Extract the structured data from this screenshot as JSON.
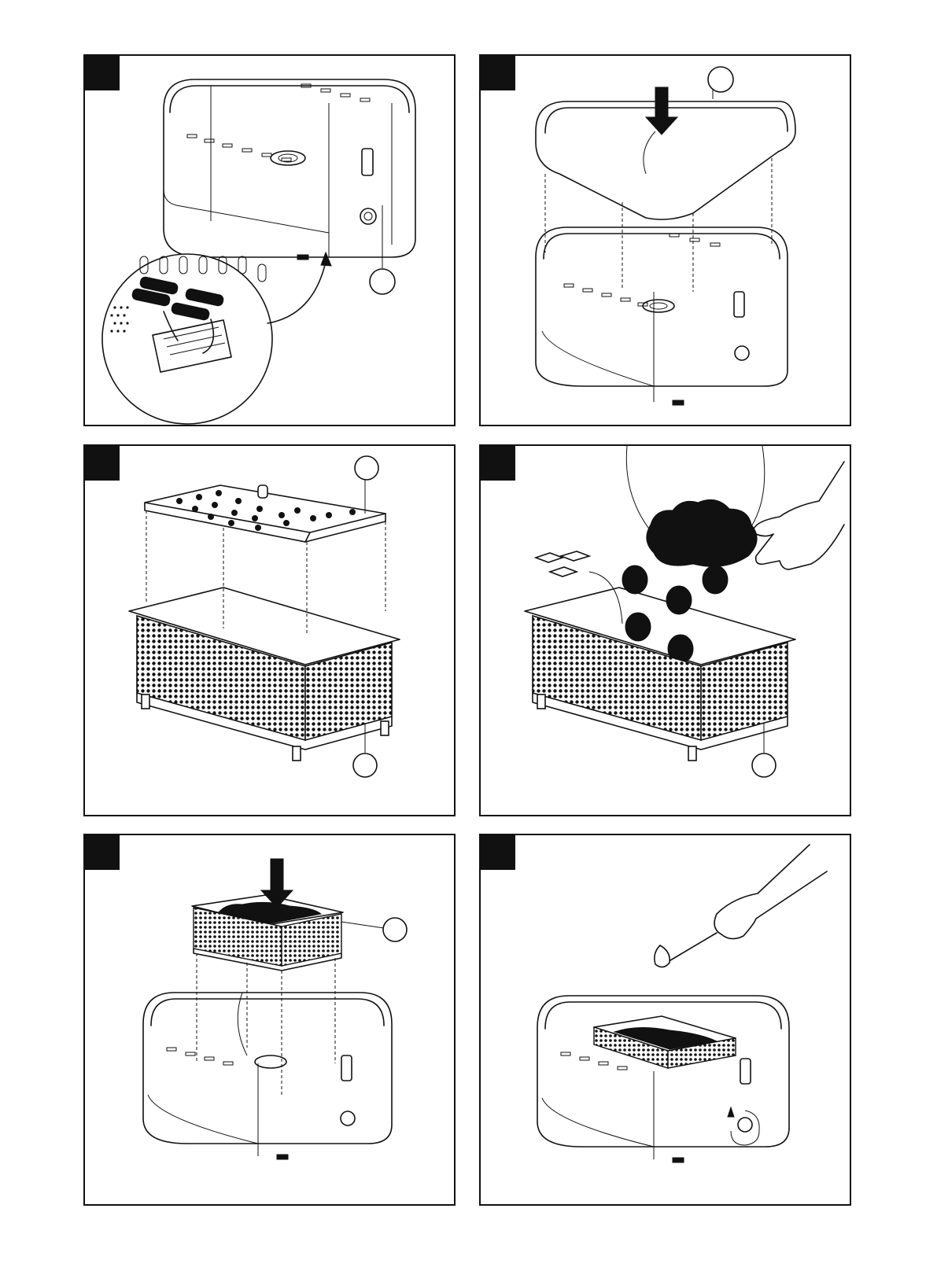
{
  "document": {
    "type": "assembly-instructions",
    "panels": [
      {
        "content": "base-with-battery-insertion"
      },
      {
        "content": "insert-inner-bowl"
      },
      {
        "content": "grill-plate-over-charcoal-basket"
      },
      {
        "content": "fill-basket-with-charcoal-and-firelighters"
      },
      {
        "content": "place-basket-in-grill"
      },
      {
        "content": "ignite-and-turn-on-fan"
      }
    ]
  },
  "icons": {
    "battery": "battery-icon",
    "arrow": "arrow-down-icon",
    "flame": "flame-icon",
    "callout": "callout-circle-icon"
  },
  "colors": {
    "line": "#111111",
    "background": "#ffffff"
  }
}
